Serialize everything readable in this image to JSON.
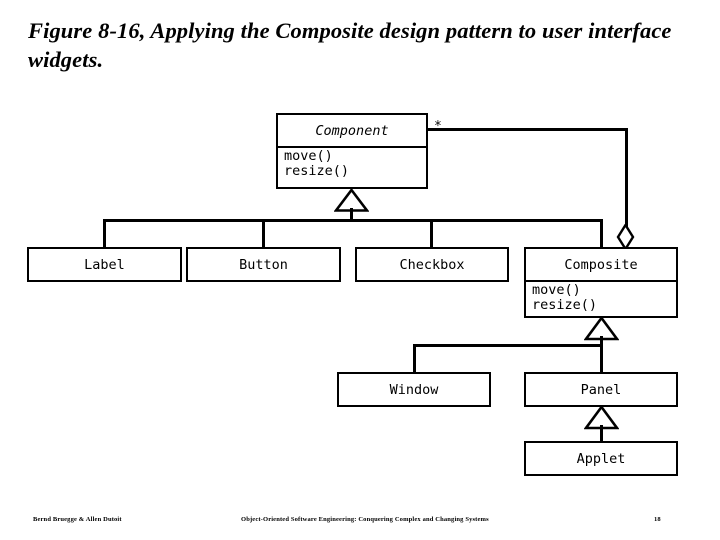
{
  "slide": {
    "title": "Figure 8-16, Applying the Composite design pattern to user interface widgets.",
    "background_color": "#ffffff",
    "line_color": "#000000"
  },
  "diagram": {
    "type": "uml-class-diagram",
    "classes": [
      {
        "id": "component",
        "name": "Component",
        "abstract": true,
        "operations": [
          "move()",
          "resize()"
        ]
      },
      {
        "id": "label",
        "name": "Label",
        "abstract": false,
        "operations": []
      },
      {
        "id": "button",
        "name": "Button",
        "abstract": false,
        "operations": []
      },
      {
        "id": "checkbox",
        "name": "Checkbox",
        "abstract": false,
        "operations": []
      },
      {
        "id": "composite",
        "name": "Composite",
        "abstract": false,
        "operations": [
          "move()",
          "resize()"
        ]
      },
      {
        "id": "window",
        "name": "Window",
        "abstract": false,
        "operations": []
      },
      {
        "id": "panel",
        "name": "Panel",
        "abstract": false,
        "operations": []
      },
      {
        "id": "applet",
        "name": "Applet",
        "abstract": false,
        "operations": []
      }
    ],
    "relationships": [
      {
        "kind": "generalization",
        "from": [
          "Label",
          "Button",
          "Checkbox",
          "Composite"
        ],
        "to": "Component"
      },
      {
        "kind": "generalization",
        "from": [
          "Window",
          "Panel"
        ],
        "to": "Composite"
      },
      {
        "kind": "generalization",
        "from": [
          "Applet"
        ],
        "to": "Panel"
      },
      {
        "kind": "aggregation",
        "whole": "Composite",
        "part": "Component",
        "multiplicity": "*"
      }
    ],
    "multiplicity_label": "*"
  },
  "footer": {
    "left": "Bernd Bruegge & Allen Dutoit",
    "center": "Object-Oriented Software Engineering: Conquering Complex and Changing Systems",
    "page": "18"
  }
}
